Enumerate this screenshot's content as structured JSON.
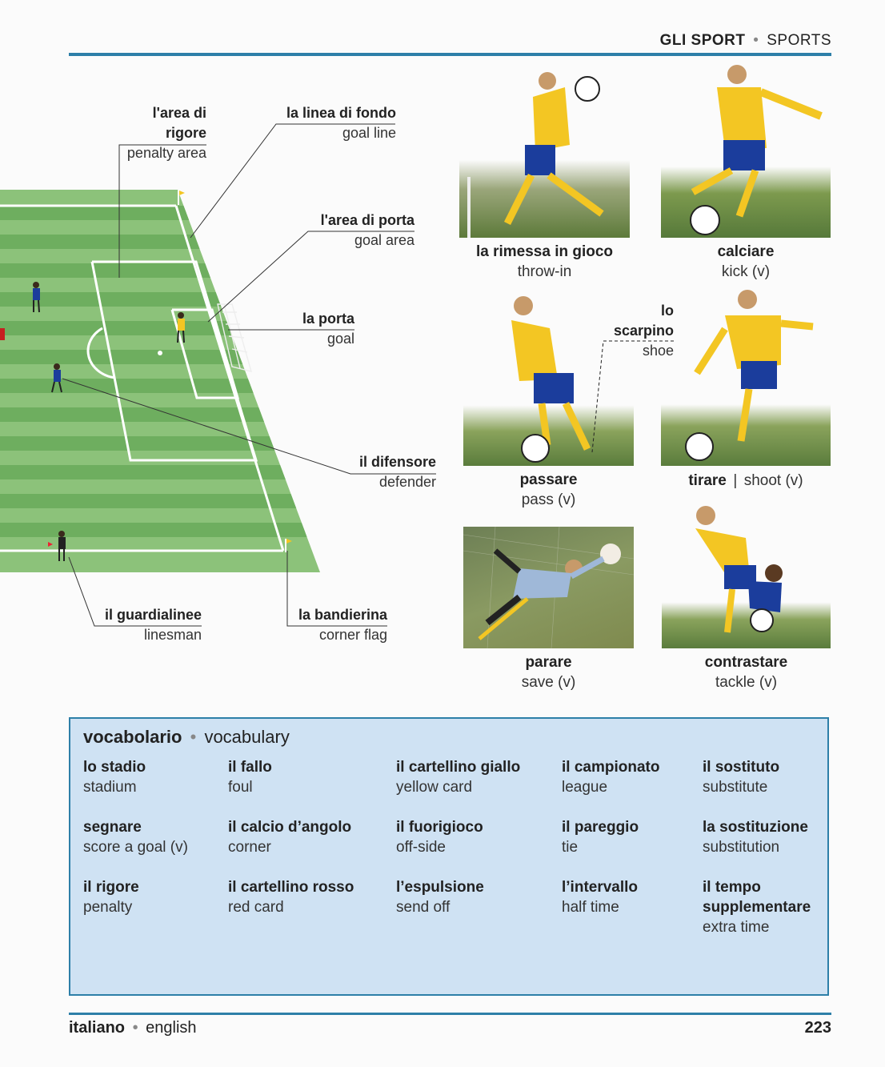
{
  "header": {
    "it": "GLI SPORT",
    "sep": "•",
    "en": "SPORTS"
  },
  "pitch_labels": [
    {
      "it": "l'area di rigore",
      "it_line1": "l'area di",
      "it_line2": "rigore",
      "en": "penalty area"
    },
    {
      "it": "la linea di fondo",
      "en": "goal line"
    },
    {
      "it": "l'area di porta",
      "en": "goal area"
    },
    {
      "it": "la porta",
      "en": "goal"
    },
    {
      "it": "il difensore",
      "en": "defender"
    },
    {
      "it": "il guardialinee",
      "en": "linesman"
    },
    {
      "it": "la bandierina",
      "en": "corner flag"
    }
  ],
  "actions": [
    {
      "it": "la rimessa in gioco",
      "en": "throw-in"
    },
    {
      "it": "calciare",
      "en": "kick (v)"
    },
    {
      "it": "passare",
      "en": "pass (v)"
    },
    {
      "it": "tirare",
      "sep": "|",
      "en": "shoot (v)"
    },
    {
      "it": "parare",
      "en": "save (v)"
    },
    {
      "it": "contrastare",
      "en": "tackle (v)"
    }
  ],
  "shoe_label": {
    "it_line1": "lo",
    "it_line2": "scarpino",
    "en": "shoe"
  },
  "vocabulary": {
    "title_it": "vocabolario",
    "sep": "•",
    "title_en": "vocabulary",
    "items": [
      {
        "it": "lo stadio",
        "en": "stadium"
      },
      {
        "it": "il fallo",
        "en": "foul"
      },
      {
        "it": "il cartellino giallo",
        "en": "yellow card"
      },
      {
        "it": "il campionato",
        "en": "league"
      },
      {
        "it": "il sostituto",
        "en": "substitute"
      },
      {
        "it": "segnare",
        "en": "score a goal (v)"
      },
      {
        "it": "il calcio d’angolo",
        "en": "corner"
      },
      {
        "it": "il fuorigioco",
        "en": "off-side"
      },
      {
        "it": "il pareggio",
        "en": "tie"
      },
      {
        "it": "la sostituzione",
        "en": "substitution"
      },
      {
        "it": "il rigore",
        "en": "penalty"
      },
      {
        "it": "il cartellino rosso",
        "en": "red card"
      },
      {
        "it": "l’espulsione",
        "en": "send off"
      },
      {
        "it": "l’intervallo",
        "en": "half time"
      },
      {
        "it": "il tempo supplementare",
        "it_line1": "il tempo",
        "it_line2": "supplementare",
        "en": "extra time"
      }
    ]
  },
  "footer": {
    "it": "italiano",
    "sep": "•",
    "en": "english",
    "page": "223"
  },
  "colors": {
    "accent": "#2d7fa8",
    "pitch_light": "#8cc27a",
    "pitch_dark": "#6eae5f",
    "vocab_bg": "#cfe2f3",
    "kit_yellow": "#f3c623",
    "kit_blue": "#1b3d9c"
  }
}
